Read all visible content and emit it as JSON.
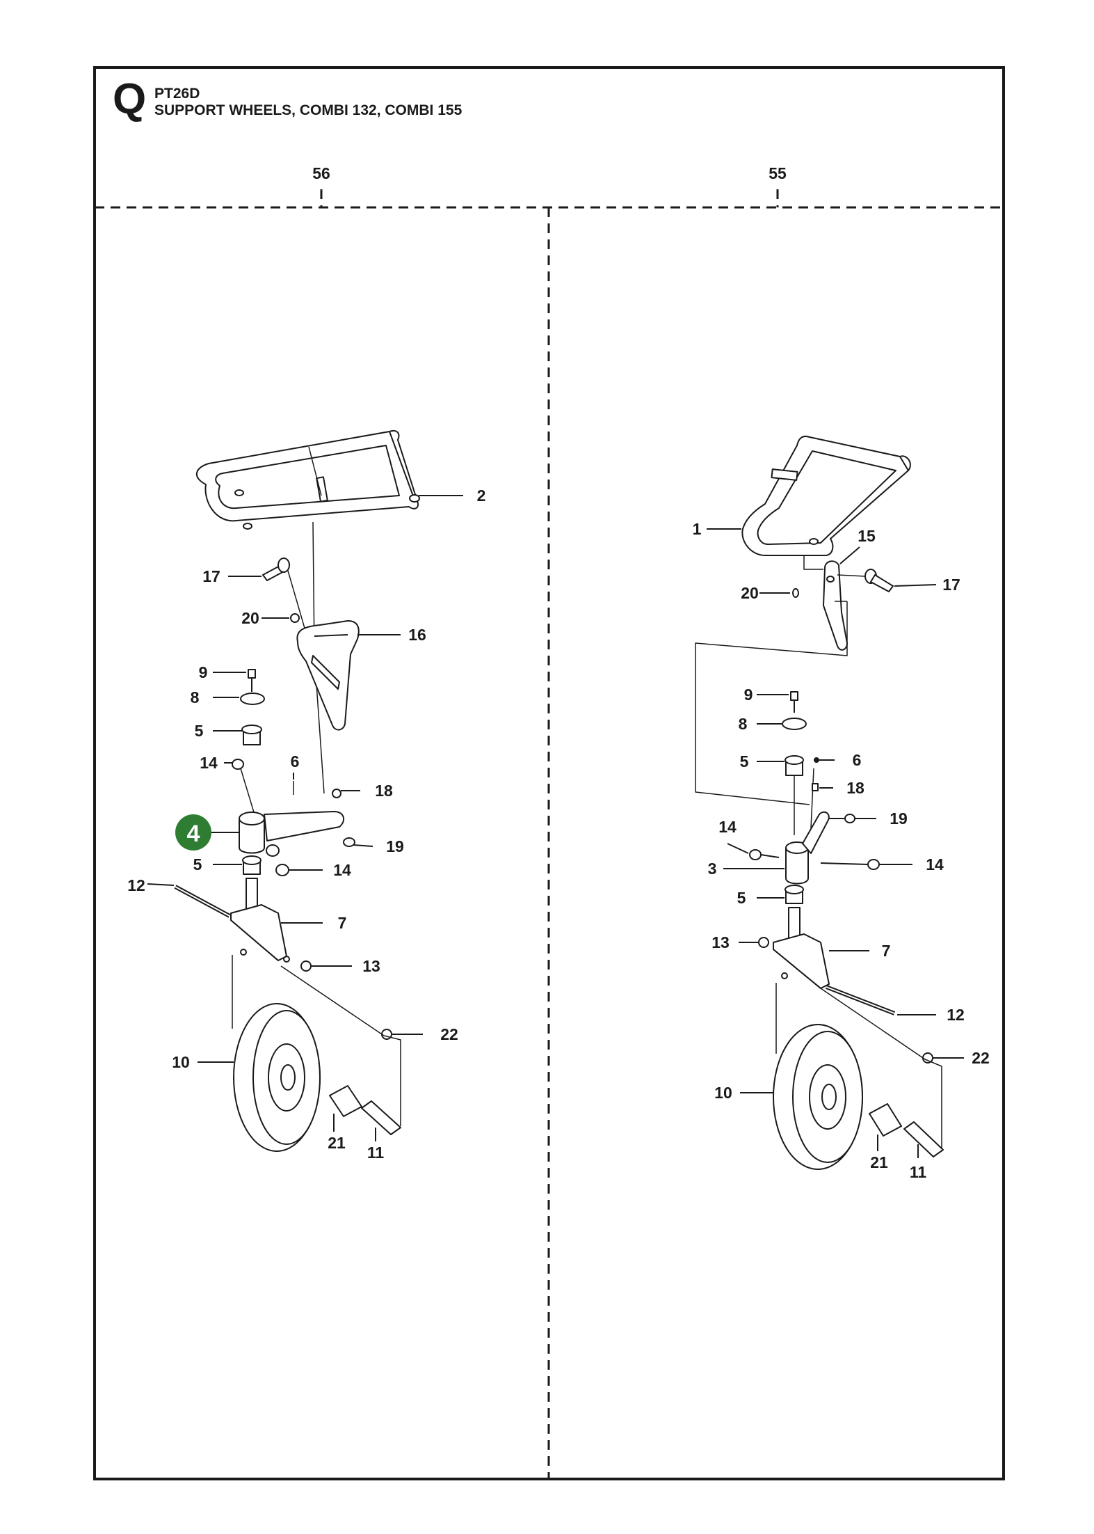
{
  "header": {
    "section_letter": "Q",
    "model": "PT26D",
    "subtitle": "SUPPORT WHEELS, COMBI 132, COMBI 155"
  },
  "columns": [
    {
      "number": "56"
    },
    {
      "number": "55"
    }
  ],
  "highlight": {
    "number": "4",
    "color": "#2e7d32"
  },
  "left_labels": {
    "p2": "2",
    "p17": "17",
    "p20": "20",
    "p16": "16",
    "p9": "9",
    "p8": "8",
    "p5a": "5",
    "p14a": "14",
    "p6": "6",
    "p18": "18",
    "p19": "19",
    "p5b": "5",
    "p14b": "14",
    "p12": "12",
    "p7": "7",
    "p13": "13",
    "p22": "22",
    "p10": "10",
    "p21": "21",
    "p11": "11"
  },
  "right_labels": {
    "p1": "1",
    "p15": "15",
    "p17": "17",
    "p20": "20",
    "p9": "9",
    "p8": "8",
    "p5a": "5",
    "p6": "6",
    "p18": "18",
    "p14a": "14",
    "p19": "19",
    "p3": "3",
    "p14b": "14",
    "p5b": "5",
    "p13": "13",
    "p7": "7",
    "p12": "12",
    "p22": "22",
    "p10": "10",
    "p21": "21",
    "p11": "11"
  }
}
